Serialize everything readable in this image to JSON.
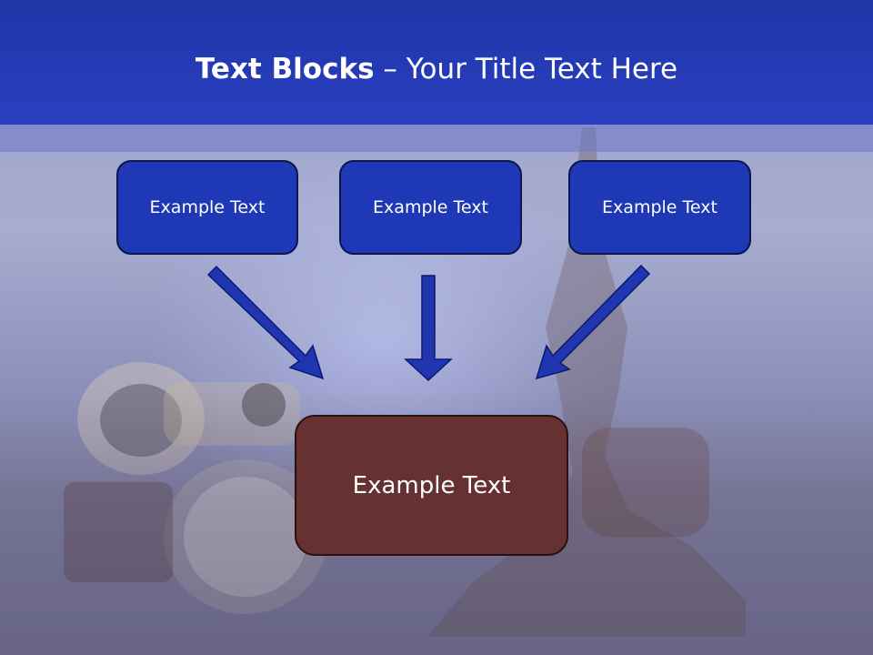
{
  "slide": {
    "title_bold": "Text Blocks",
    "title_dash": " – ",
    "title_rest": "Your Title Text Here"
  },
  "blocks": [
    {
      "label": "Example Text"
    },
    {
      "label": "Example Text"
    },
    {
      "label": "Example Text"
    }
  ],
  "main_block": {
    "label": "Example Text"
  },
  "colors": {
    "header": "#2a3fc0",
    "block_fill": "#1f38b5",
    "main_block_fill": "#663131",
    "arrow_fill": "#2035b0"
  },
  "icons": [
    "arrow-down-right-icon",
    "arrow-down-icon",
    "arrow-down-left-icon"
  ]
}
